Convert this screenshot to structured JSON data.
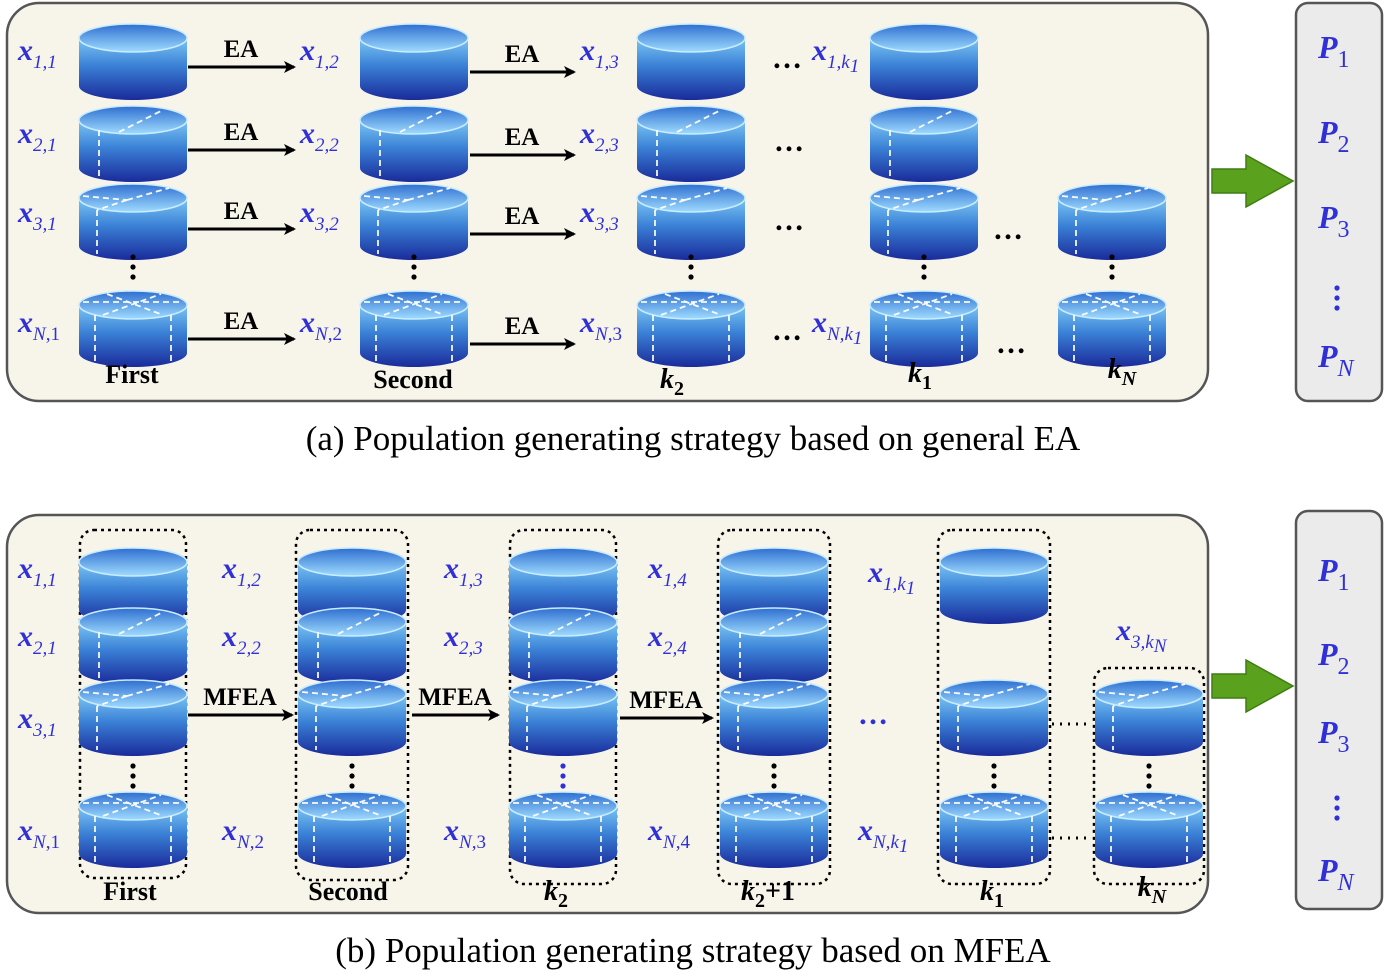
{
  "panel_a": {
    "caption": "(a) Population generating strategy based on general EA",
    "arrow_label": "EA",
    "col_labels": {
      "first": "First",
      "second": "Second",
      "k2": "k",
      "k2_sub": "2",
      "k1": "k",
      "k1_sub": "1",
      "kN": "k",
      "kN_sub": "N"
    },
    "rows": [
      {
        "name": "row-1",
        "var": "x",
        "labels": [
          "1,1",
          "1,2",
          "1,3",
          "1,k1"
        ]
      },
      {
        "name": "row-2",
        "var": "x",
        "labels": [
          "2,1",
          "2,2",
          "2,3"
        ]
      },
      {
        "name": "row-3",
        "var": "x",
        "labels": [
          "3,1",
          "3,2",
          "3,3"
        ]
      },
      {
        "name": "row-N",
        "var": "x",
        "labels": [
          "N,1",
          "N,2",
          "N,3",
          "N,k1"
        ]
      }
    ],
    "ellipsis": "…"
  },
  "panel_b": {
    "caption": "(b) Population generating strategy based on MFEA",
    "arrow_label": "MFEA",
    "col_labels": {
      "first": "First",
      "second": "Second",
      "k2": "k",
      "k2_sub": "2",
      "k2p1_sub": "2",
      "k2p1_suffix": "+1",
      "k1": "k",
      "k1_sub": "1",
      "kN": "k",
      "kN_sub": "N"
    },
    "labels": {
      "col1": [
        "1,1",
        "2,1",
        "3,1",
        "N,1"
      ],
      "col2": [
        "1,2",
        "2,2",
        "N,2"
      ],
      "col3": [
        "1,3",
        "2,3",
        "N,3"
      ],
      "col4": [
        "1,4",
        "2,4",
        "N,4"
      ],
      "col5": [
        "1,k1",
        "N,k1"
      ],
      "col6": [
        "3,kN"
      ]
    },
    "ellipsis": "…"
  },
  "outputs": {
    "var": "P",
    "items": [
      "1",
      "2",
      "3",
      "N"
    ]
  },
  "colors": {
    "disk_top": "#4aa8e8",
    "disk_bottom": "#1f2ea0",
    "label_blue": "#3030d8",
    "arrow_green": "#5aa21e",
    "panel_fill": "#f7f4ea"
  }
}
